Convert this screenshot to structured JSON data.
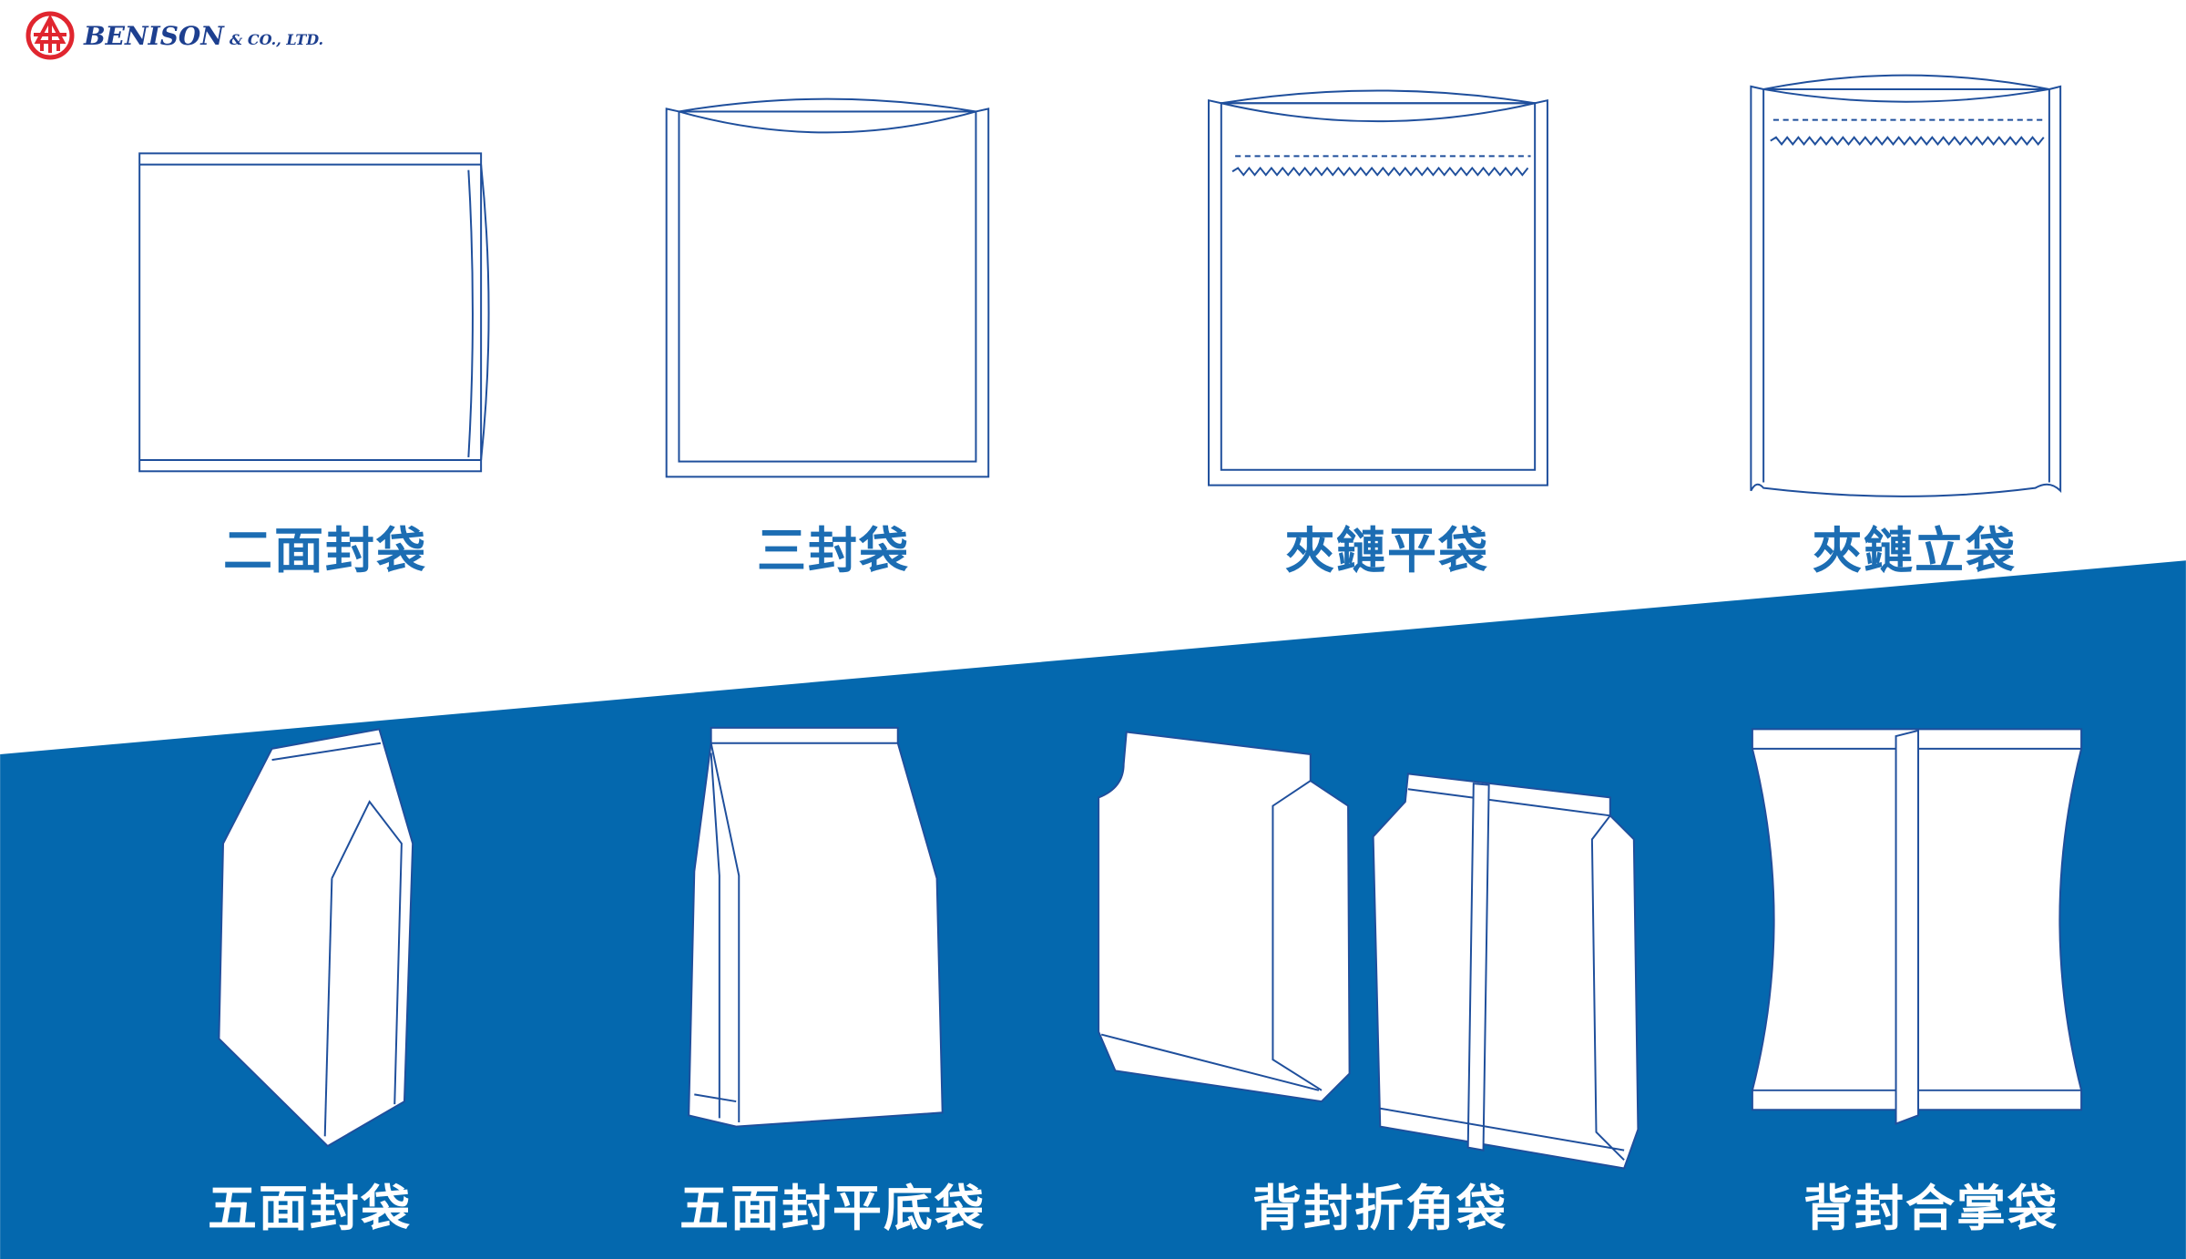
{
  "logo": {
    "brand": "BENISON",
    "suffix": "& CO., LTD."
  },
  "colors": {
    "accent_blue": "#0468ae",
    "line_blue": "#1f4f9c",
    "label_blue": "#1c6db3",
    "logo_red": "#e0262f"
  },
  "top_row": [
    {
      "label": "二面封袋"
    },
    {
      "label": "三封袋"
    },
    {
      "label": "夾鏈平袋"
    },
    {
      "label": "夾鏈立袋"
    }
  ],
  "bottom_row": [
    {
      "label": "五面封袋"
    },
    {
      "label": "五面封平底袋"
    },
    {
      "label": "背封折角袋"
    },
    {
      "label": "背封合掌袋"
    }
  ]
}
